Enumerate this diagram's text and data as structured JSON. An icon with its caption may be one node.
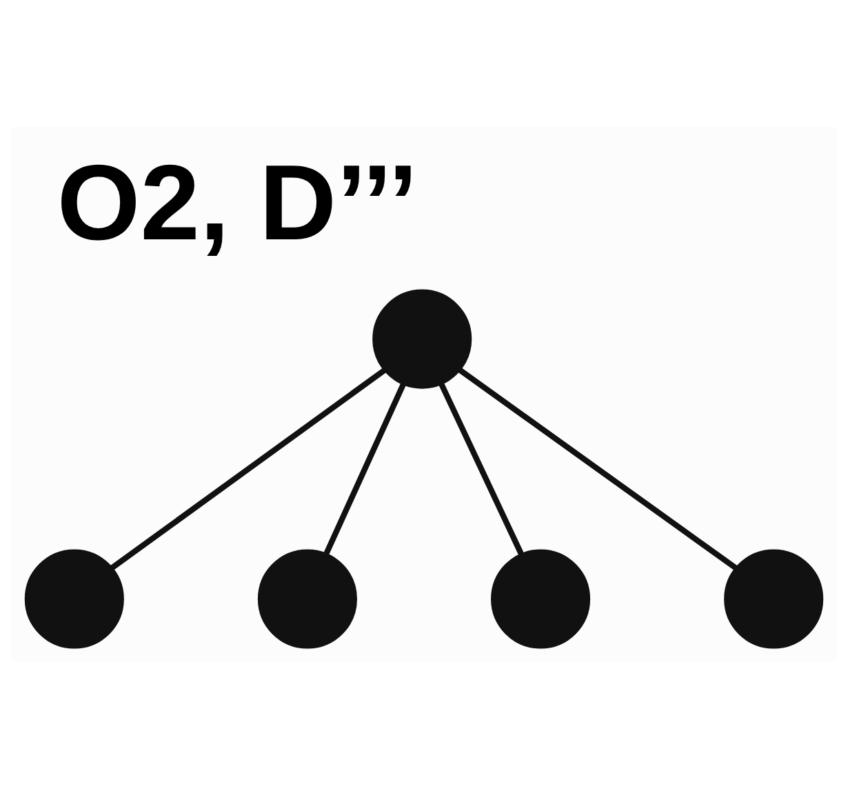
{
  "diagram": {
    "title": "O2, D’’’",
    "nodes": [
      {
        "text": [],
        "shape": "circle"
      },
      {
        "text": [],
        "shape": "circle"
      },
      {
        "text": [],
        "shape": "circle"
      },
      {
        "text": [],
        "shape": "circle"
      },
      {
        "text": [],
        "shape": "circle"
      }
    ],
    "edges": [
      {
        "from": 0,
        "to": 1,
        "arrow": "none"
      },
      {
        "from": 0,
        "to": 2,
        "arrow": "none"
      },
      {
        "from": 0,
        "to": 3,
        "arrow": "none"
      },
      {
        "from": 0,
        "to": 4,
        "arrow": "none"
      }
    ]
  }
}
